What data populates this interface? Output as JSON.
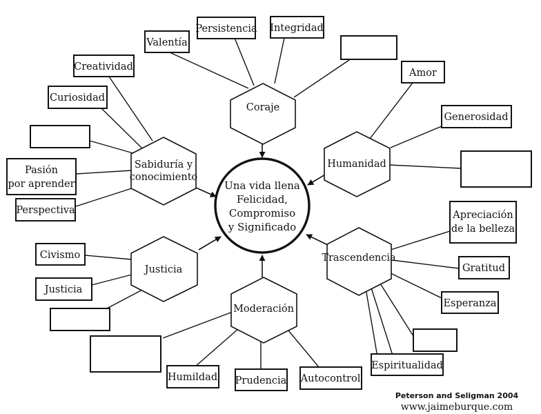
{
  "center": {
    "lines": [
      "Una vida llena",
      "Felicidad,",
      "Compromiso",
      "y Significado"
    ]
  },
  "virtues": {
    "coraje": "Coraje",
    "humanidad": "Humanidad",
    "sabiduria": [
      "Sabiduría y",
      "conocimiento"
    ],
    "justicia": "Justicia",
    "moderacion": "Moderación",
    "trascendencia": "Trascendencia"
  },
  "strengths": {
    "valentia": "Valentía",
    "persistencia": "Persistencia",
    "integridad": "Integridad",
    "amor": "Amor",
    "generosidad": "Generosidad",
    "creatividad": "Creatividad",
    "curiosidad": "Curiosidad",
    "pasion": [
      "Pasión",
      "por aprender"
    ],
    "perspectiva": "Perspectiva",
    "civismo": "Civismo",
    "justicia_box": "Justicia",
    "humildad": "Humildad",
    "prudencia": "Prudencia",
    "autocontrol": "Autocontrol",
    "apreciacion": [
      "Apreciación",
      "de la belleza"
    ],
    "gratitud": "Gratitud",
    "esperanza": "Esperanza",
    "espiritualidad": "Espiritualidad"
  },
  "credits": {
    "authors": "Peterson and Seligman 2004",
    "site": "www.jaimeburque.com"
  }
}
